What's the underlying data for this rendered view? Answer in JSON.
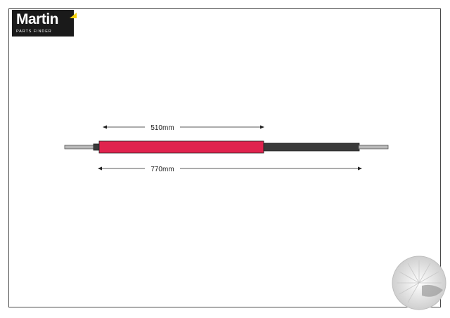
{
  "logo": {
    "brand": "Martin",
    "tagline": "PARTS FINDER",
    "accent": "#f5d10c",
    "background": "#1a1a1a"
  },
  "dimensions": {
    "inner": "510mm",
    "outer": "770mm"
  },
  "colors": {
    "red_tube": "#e0234e",
    "dark_tube": "#3a3a3a",
    "rod": "#b8b8b8"
  },
  "watermark": {
    "icon": "circular-sunburst-seal-icon"
  }
}
